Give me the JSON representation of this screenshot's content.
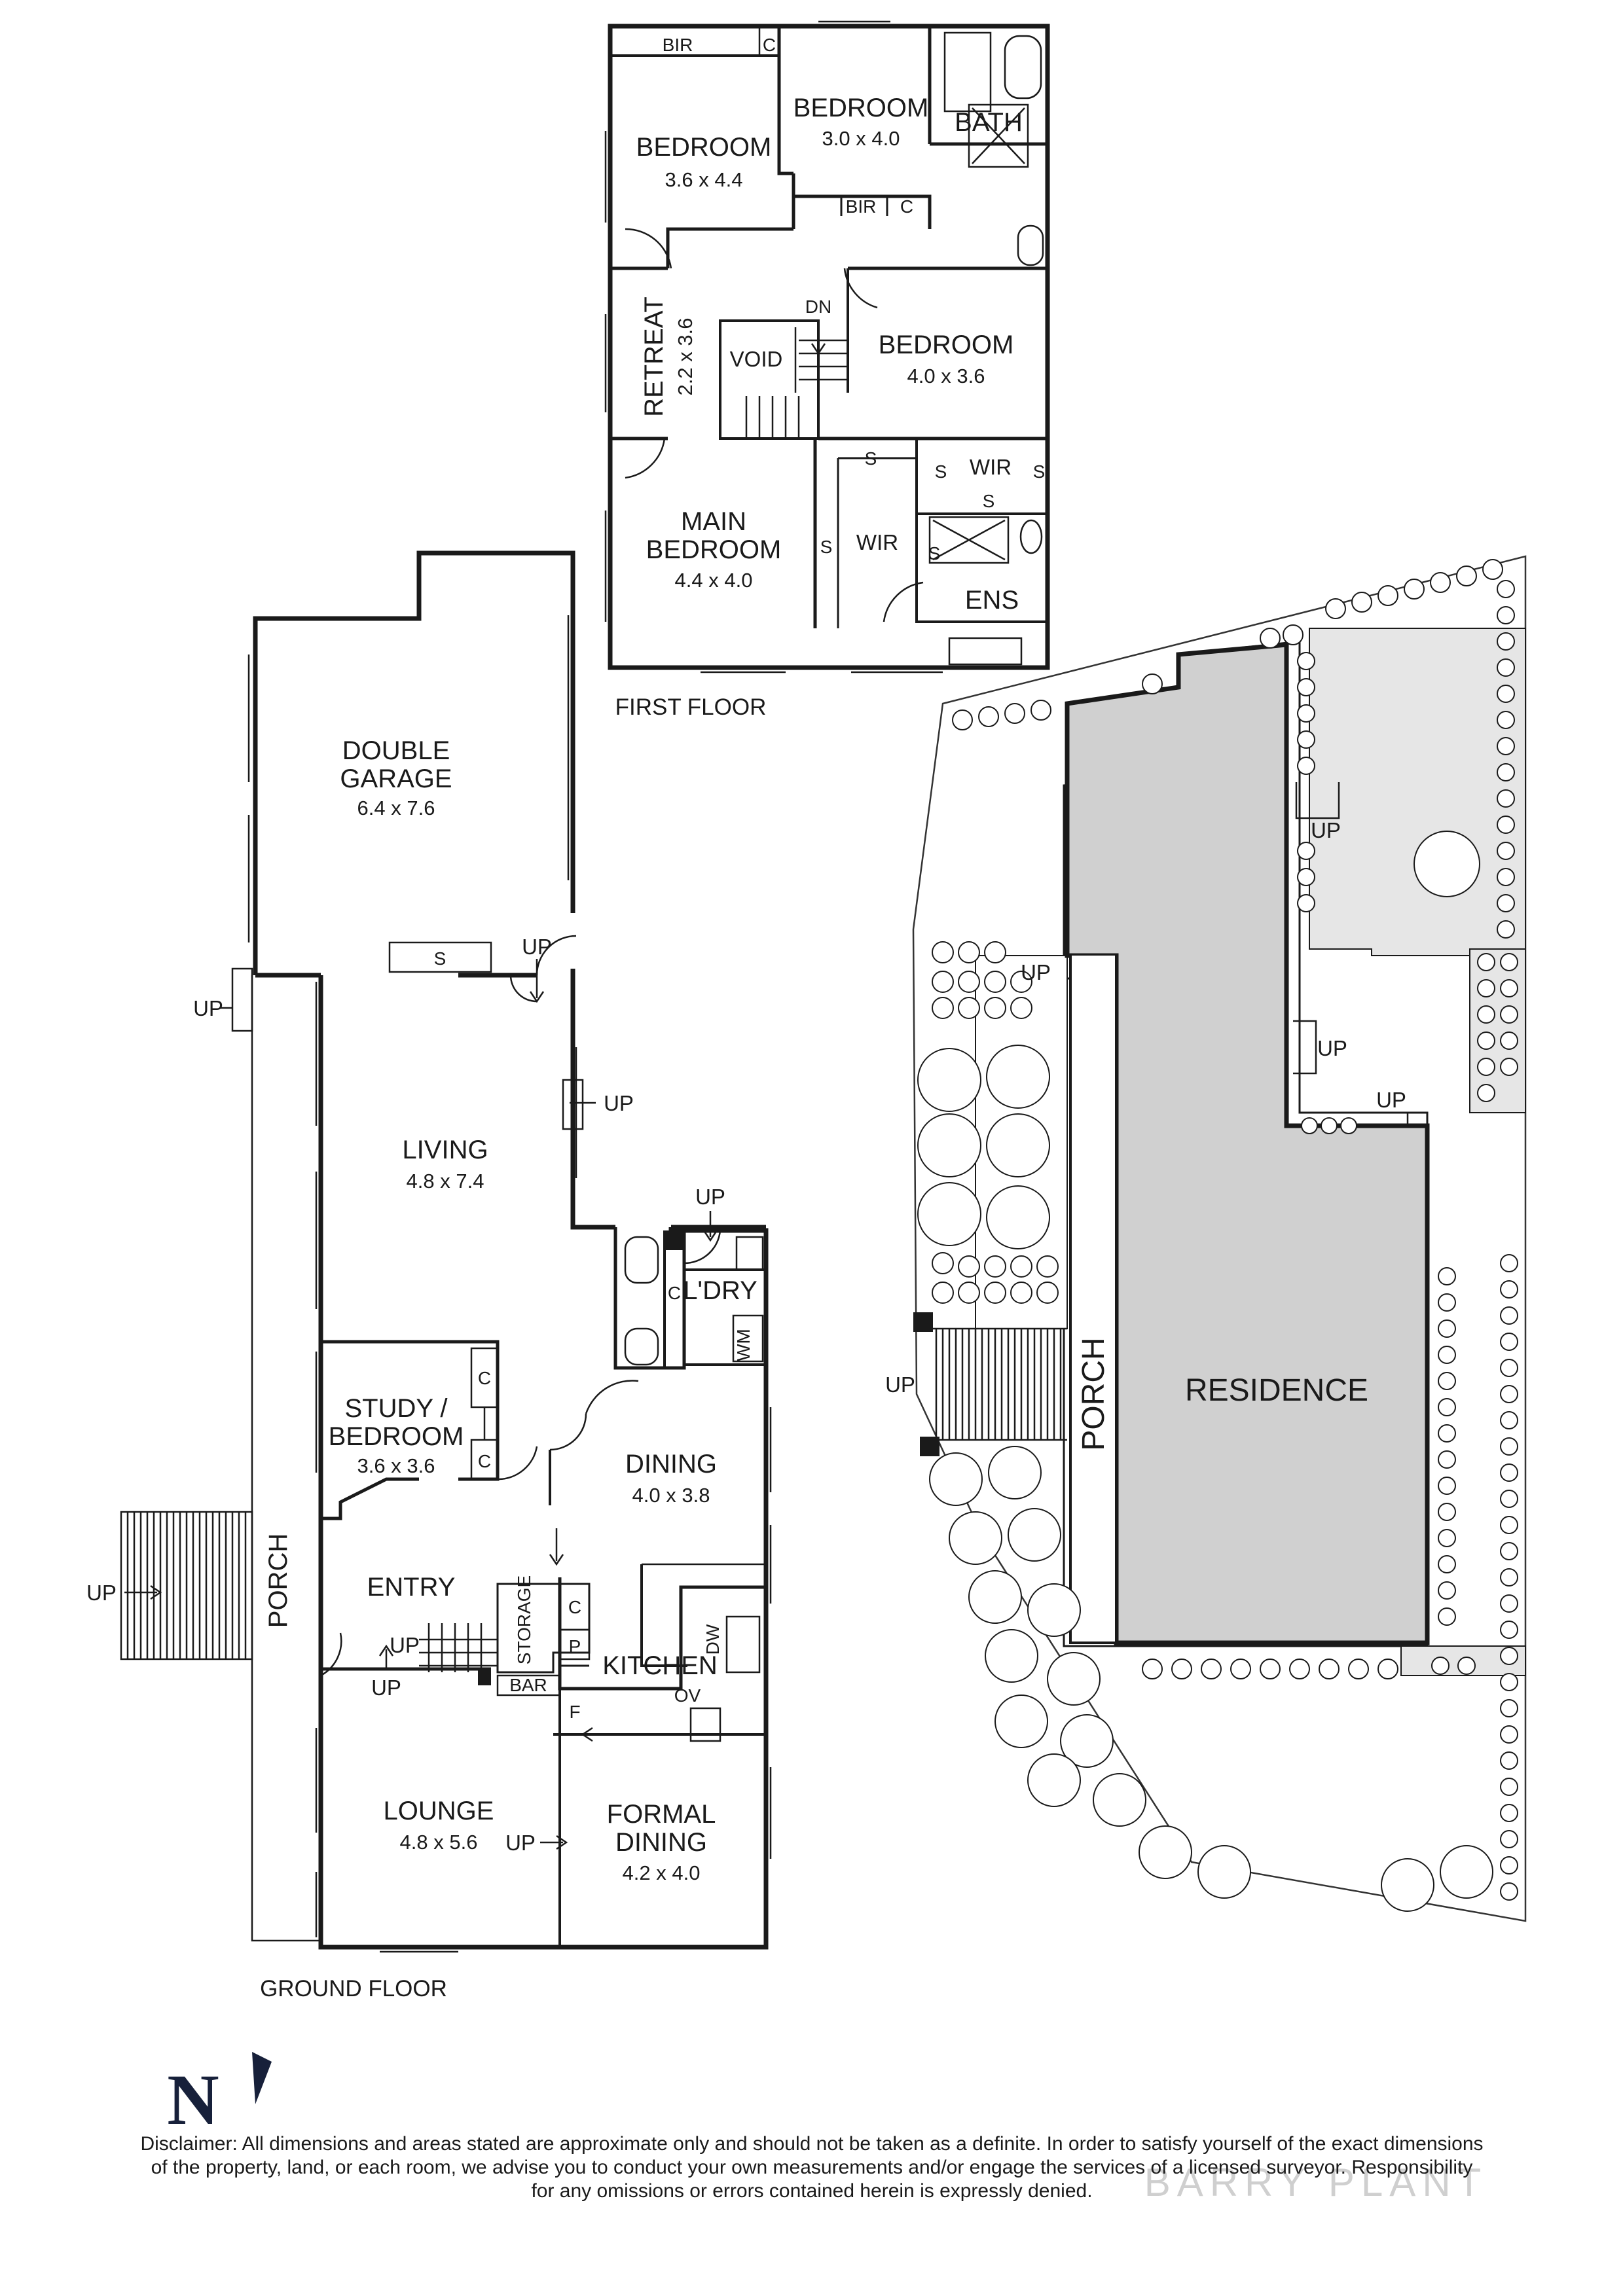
{
  "first_floor": {
    "title": "FIRST FLOOR",
    "rooms": {
      "bedroom1": {
        "name": "BEDROOM",
        "dims": "3.6 x 4.4"
      },
      "bedroom2": {
        "name": "BEDROOM",
        "dims": "3.0 x 4.0"
      },
      "bath": {
        "name": "BATH"
      },
      "bir1": "BIR",
      "bir2": "BIR",
      "c": "C",
      "retreat": {
        "name": "RETREAT",
        "dims": "2.2 x 3.6"
      },
      "void": "VOID",
      "dn": "DN",
      "bedroom3": {
        "name": "BEDROOM",
        "dims": "4.0 x 3.6"
      },
      "main_bedroom": {
        "name1": "MAIN",
        "name2": "BEDROOM",
        "dims": "4.4 x 4.0"
      },
      "wir1": "WIR",
      "wir2": "WIR",
      "s": "S",
      "ens": "ENS"
    }
  },
  "ground_floor": {
    "title": "GROUND FLOOR",
    "rooms": {
      "garage": {
        "name1": "DOUBLE",
        "name2": "GARAGE",
        "dims": "6.4 x 7.6"
      },
      "living": {
        "name": "LIVING",
        "dims": "4.8 x 7.4"
      },
      "laundry": "L'DRY",
      "wm": "WM",
      "study": {
        "name1": "STUDY /",
        "name2": "BEDROOM",
        "dims": "3.6 x 3.6"
      },
      "dining": {
        "name": "DINING",
        "dims": "4.0 x 3.8"
      },
      "porch": "PORCH",
      "entry": "ENTRY",
      "storage": "STORAGE",
      "bar": "BAR",
      "kitchen": "KITCHEN",
      "dw": "DW",
      "ov": "OV",
      "p": "P",
      "f": "F",
      "lounge": {
        "name": "LOUNGE",
        "dims": "4.8 x 5.6"
      },
      "formal_dining": {
        "name1": "FORMAL",
        "name2": "DINING",
        "dims": "4.2 x 4.0"
      },
      "up": "UP",
      "s": "S",
      "c": "C"
    }
  },
  "site_plan": {
    "residence": "RESIDENCE",
    "porch": "PORCH",
    "up": "UP"
  },
  "north_letter": "N",
  "watermark": "BARRY PLANT",
  "disclaimer": {
    "line1": "Disclaimer: All dimensions and areas stated are approximate only and should not be taken as a definite. In order to satisfy yourself of the exact dimensions",
    "line2": "of the property, land, or each room, we advise you to conduct your own measurements and/or engage the services of a licensed surveyor. Responsibility",
    "line3": "for any omissions or errors contained herein is expressly denied."
  },
  "colors": {
    "ink": "#1a1a1a",
    "paving": "#e6e6e6",
    "residence": "#d0d0d0",
    "north": "#17203a"
  }
}
